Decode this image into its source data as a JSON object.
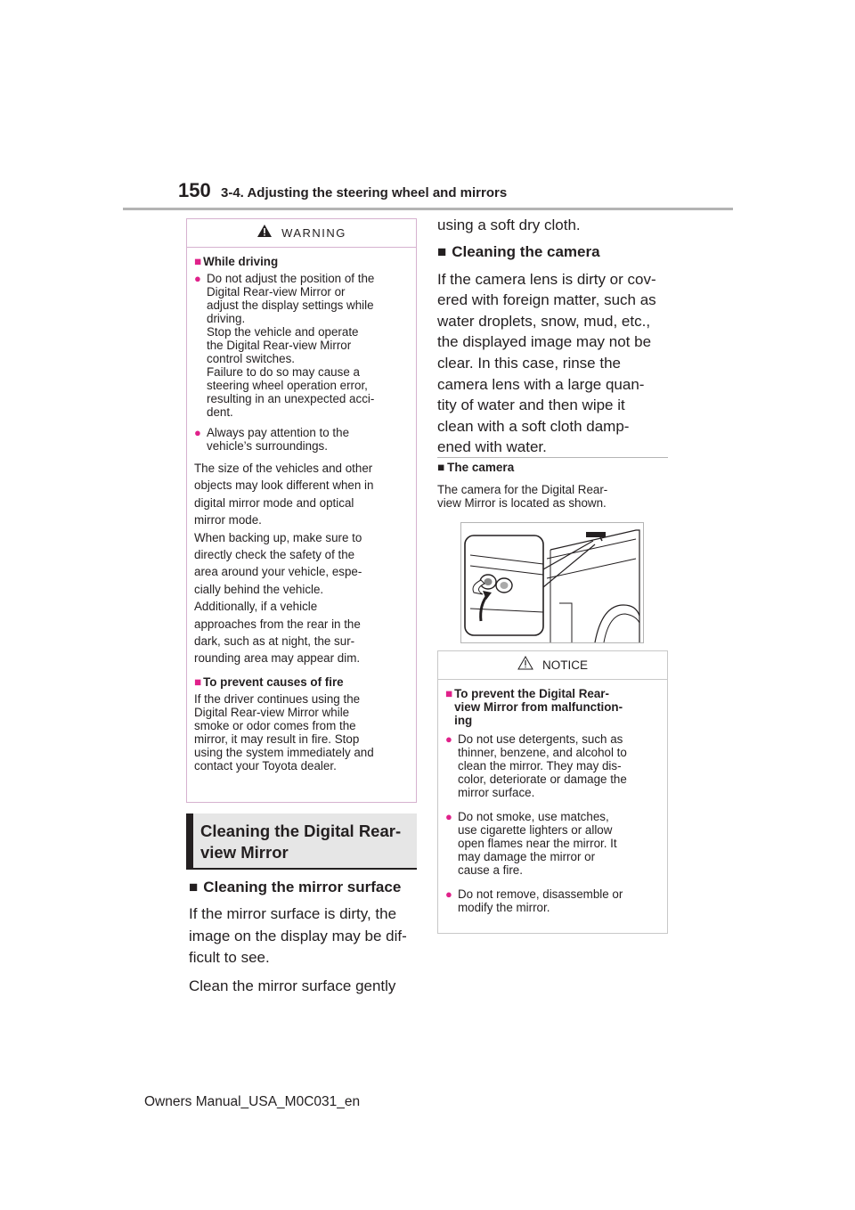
{
  "header": {
    "page_number": "150",
    "section_title": "3-4. Adjusting the steering wheel and mirrors"
  },
  "warning": {
    "title": "WARNING",
    "while_driving_head": "While driving",
    "bullet1_lines": [
      "Do not adjust the position of the",
      "Digital Rear-view Mirror or",
      "adjust the display settings while",
      "driving.",
      "Stop the vehicle and operate",
      "the Digital Rear-view Mirror",
      "control switches.",
      "Failure to do so may cause a",
      "steering wheel operation error,",
      "resulting in an unexpected acci-",
      "dent."
    ],
    "bullet2_lines": [
      "Always pay attention to the",
      "vehicle’s surroundings."
    ],
    "note_lines": [
      "The size of the vehicles and other",
      "objects may look different when in",
      "digital mirror mode and optical",
      "mirror mode.",
      "When backing up, make sure to",
      "directly check the safety of the",
      "area around your vehicle, espe-",
      "cially behind the vehicle.",
      "Additionally, if a vehicle",
      "approaches from the rear in the",
      "dark, such as at night, the sur-",
      "rounding area may appear dim."
    ],
    "fire_head": "To prevent causes of fire",
    "fire_lines": [
      "If the driver continues using the",
      "Digital Rear-view Mirror while",
      "smoke or odor comes from the",
      "mirror, it may result in fire. Stop",
      "using the system immediately and",
      "contact your Toyota dealer."
    ]
  },
  "cleaning": {
    "heading_lines": [
      "Cleaning the Digital Rear-",
      "view Mirror"
    ],
    "mirror_head": "Cleaning the mirror surface",
    "mirror_lines": [
      "If the mirror surface is dirty, the",
      "image on the display may be dif-",
      "ficult to see.",
      "Clean the mirror surface gently"
    ],
    "mirror_cont": "using a soft dry cloth.",
    "camera_head": "Cleaning the camera",
    "camera_lines": [
      "If the camera lens is dirty or cov-",
      "ered with foreign matter, such as",
      "water droplets, snow, mud, etc.,",
      "the displayed image may not be",
      "clear. In this case, rinse the",
      "camera lens with a large quan-",
      "tity of water and then wipe it",
      "clean with a soft cloth damp-",
      "ened with water."
    ]
  },
  "camera_info": {
    "head": "The camera",
    "text_lines": [
      "The camera for the Digital Rear-",
      "view Mirror is located as shown."
    ]
  },
  "notice": {
    "title": "NOTICE",
    "head_lines": [
      "To prevent the Digital Rear-",
      "view Mirror from malfunction-",
      "ing"
    ],
    "bullet1_lines": [
      "Do not use detergents, such as",
      "thinner, benzene, and alcohol to",
      "clean the mirror. They may dis-",
      "color, deteriorate or damage the",
      "mirror surface."
    ],
    "bullet2_lines": [
      "Do not smoke, use matches,",
      "use cigarette lighters or allow",
      "open flames near the mirror. It",
      "may damage the mirror or",
      "cause a fire."
    ],
    "bullet3_lines": [
      "Do not remove, disassemble or",
      "modify the mirror."
    ]
  },
  "footer": {
    "text": "Owners Manual_USA_M0C031_en"
  },
  "colors": {
    "accent": "#e0218a",
    "box_border": "#d6b2cf",
    "heading_bg": "#e6e6e6"
  },
  "icons": {
    "warning": "warning-triangle-icon",
    "notice": "notice-triangle-icon",
    "bullet": "bullet-dot-icon",
    "square": "square-marker-icon"
  }
}
